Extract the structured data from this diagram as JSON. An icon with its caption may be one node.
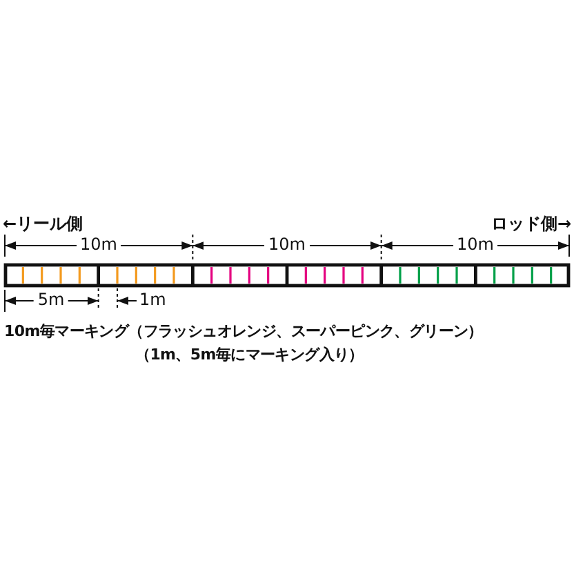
{
  "diagram": {
    "labels": [
      "←リール側",
      "ロッド側→",
      "10m",
      "10m",
      "10m",
      "5m",
      "1m",
      "10m毎マーキング（フラッシュオレンジ、スーパーピンク、グリーン）",
      "（1m、5m毎にマーキング入り）"
    ]
  }
}
